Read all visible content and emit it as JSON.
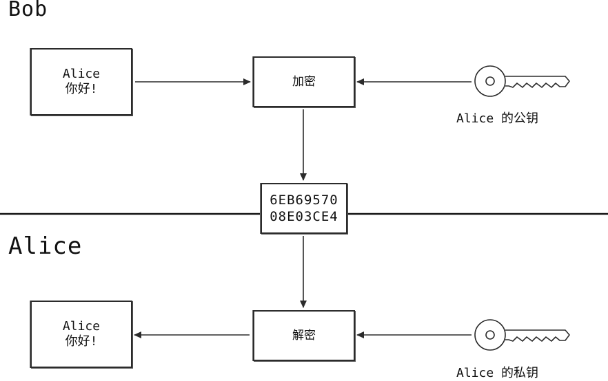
{
  "sections": {
    "bob": "Bob",
    "alice": "Alice"
  },
  "bob_message": {
    "line1": "Alice",
    "line2": "你好!"
  },
  "encrypt_label": "加密",
  "public_key_label": "Alice 的公钥",
  "ciphertext": {
    "line1": "6EB69570",
    "line2": "08E03CE4"
  },
  "decrypt_label": "解密",
  "private_key_label": "Alice 的私钥",
  "alice_message": {
    "line1": "Alice",
    "line2": "你好!"
  },
  "icons": {
    "public_key": "key-icon",
    "private_key": "key-icon"
  },
  "colors": {
    "stroke": "#2b2b2b",
    "background": "#ffffff"
  }
}
